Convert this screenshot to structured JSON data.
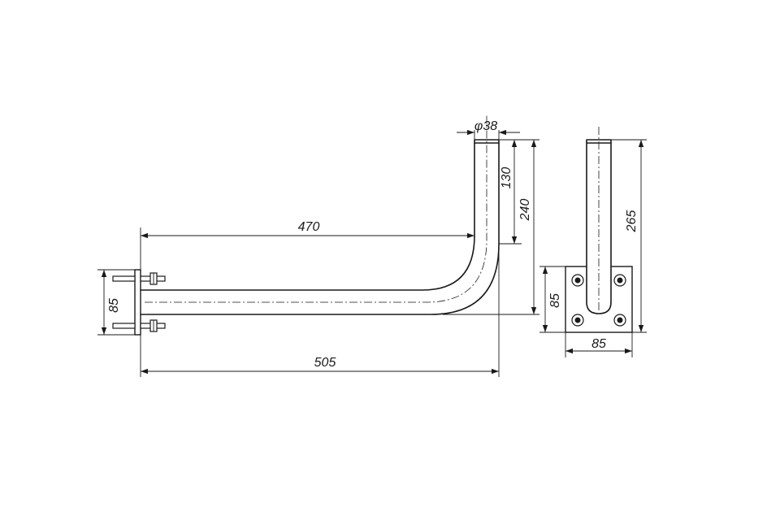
{
  "dimensions": {
    "tube_diameter": "φ38",
    "vertical_top": "130",
    "vertical_total": "240",
    "horizontal_inner": "470",
    "horizontal_total": "505",
    "plate_height_side": "85",
    "plate_height_front": "85",
    "plate_width_front": "85",
    "overall_height_front": "265"
  },
  "colors": {
    "line": "#1a1a1a",
    "background": "#ffffff"
  }
}
